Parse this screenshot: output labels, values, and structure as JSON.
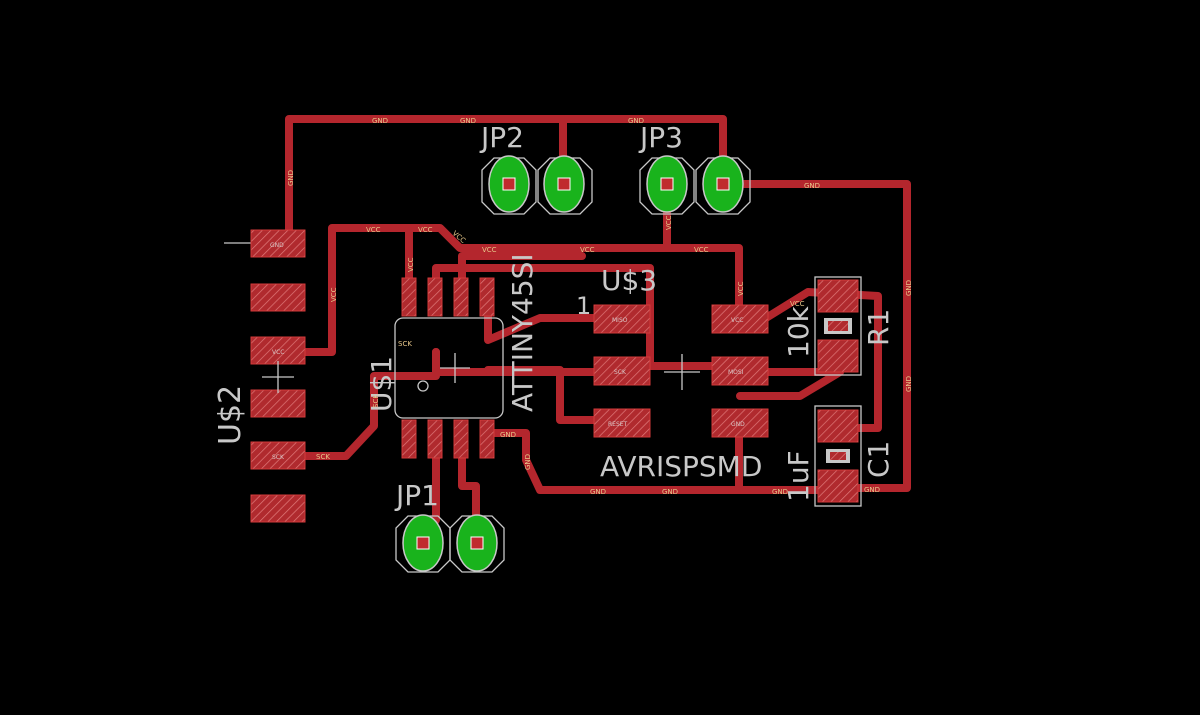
{
  "colors": {
    "background": "#000000",
    "trace": "#b4262d",
    "pad": "#c83232",
    "through_hole": "#19b31c",
    "silkscreen": "#c8c8c8",
    "net_label": "#e8c88a"
  },
  "components": {
    "u2": {
      "ref": "U$2",
      "pads": [
        "GND",
        "",
        "VCC",
        "",
        "SCK",
        ""
      ]
    },
    "u1": {
      "ref": "U$1",
      "value": "ATTINY45SI"
    },
    "u3": {
      "ref": "U$3",
      "value": "AVRISPSMD",
      "pin1": "1",
      "pads": [
        "MISO",
        "SCK",
        "RESET",
        "VCC",
        "MOSI",
        "GND"
      ]
    },
    "r1": {
      "ref": "R1",
      "value": "10k"
    },
    "c1": {
      "ref": "C1",
      "value": "1uF"
    },
    "jp1": {
      "ref": "JP1"
    },
    "jp2": {
      "ref": "JP2"
    },
    "jp3": {
      "ref": "JP3"
    }
  },
  "nets": {
    "gnd": "GND",
    "vcc": "VCC",
    "sck": "SCK"
  }
}
